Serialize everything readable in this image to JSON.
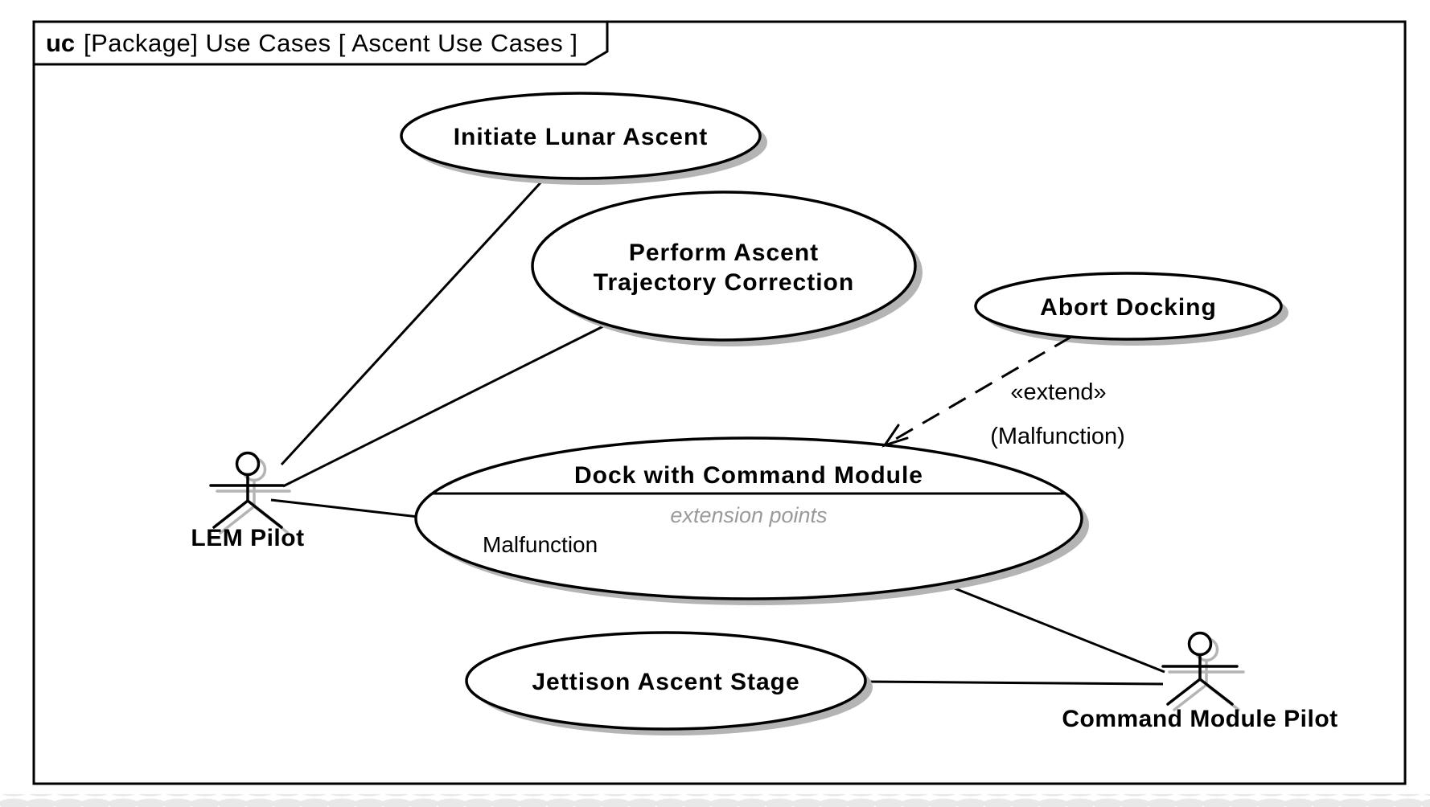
{
  "frame": {
    "keyword": "uc",
    "title": "[Package] Use Cases [ Ascent Use Cases ]"
  },
  "use_cases": {
    "initiate": {
      "label": "Initiate Lunar Ascent"
    },
    "perform": {
      "label_line1": "Perform Ascent",
      "label_line2": "Trajectory Correction"
    },
    "abort": {
      "label": "Abort Docking"
    },
    "dock": {
      "label": "Dock with Command Module",
      "compartment_label": "extension points",
      "extension_point": "Malfunction"
    },
    "jettison": {
      "label": "Jettison Ascent Stage"
    }
  },
  "actors": {
    "lem_pilot": {
      "label": "LEM Pilot"
    },
    "cm_pilot": {
      "label": "Command Module Pilot"
    }
  },
  "relationships": {
    "extend": {
      "stereotype": "«extend»",
      "condition": "(Malfunction)"
    }
  },
  "colors": {
    "stroke": "#000000",
    "fill": "#ffffff",
    "shadow": "#b4b4b4",
    "muted": "#9a9a9a",
    "edge_artifact": "#e0e0e0"
  }
}
